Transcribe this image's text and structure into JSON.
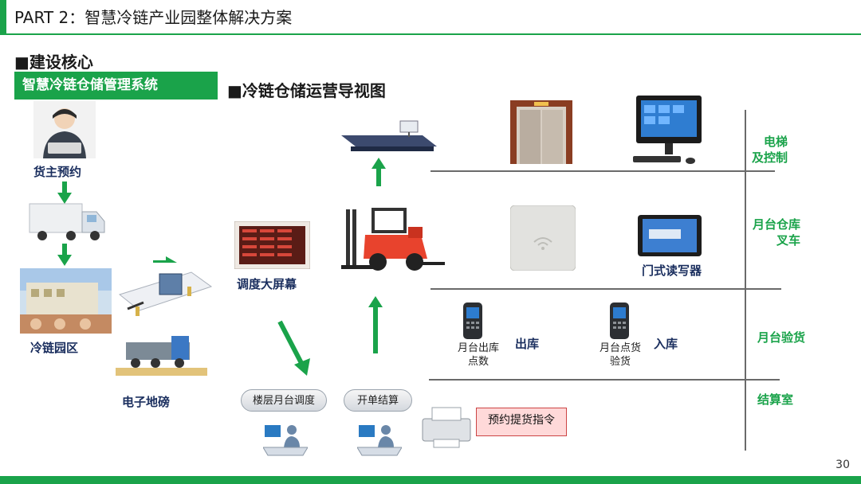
{
  "header": {
    "title": "PART 2：智慧冷链产业园整体解决方案"
  },
  "section": {
    "core_title": "■建设核心",
    "system_tag": "智慧冷链仓储管理系统",
    "diagram_title": "■冷链仓储运营导视图"
  },
  "left_flow": {
    "cargo_owner": "货主预约",
    "cold_park": "冷链园区",
    "scale": "电子地磅"
  },
  "middle": {
    "big_screen": "调度大屏幕",
    "floor_dispatch": "楼层月台调度",
    "billing": "开单结算",
    "order": "预约提货指令"
  },
  "right": {
    "rfid": "门式读写器",
    "pda_out_label": "月台出库点数",
    "out": "出库",
    "pda_in_label": "月台点货验货",
    "in": "入库"
  },
  "zones": {
    "elevator_1": "电梯",
    "elevator_2": "及控制",
    "dock_1": "月台仓库",
    "dock_2": "叉车",
    "inspect": "月台验货",
    "settle": "结算室"
  },
  "page": {
    "number": "30"
  },
  "colors": {
    "accent": "#1aa34a",
    "label": "#1a2e5e"
  }
}
